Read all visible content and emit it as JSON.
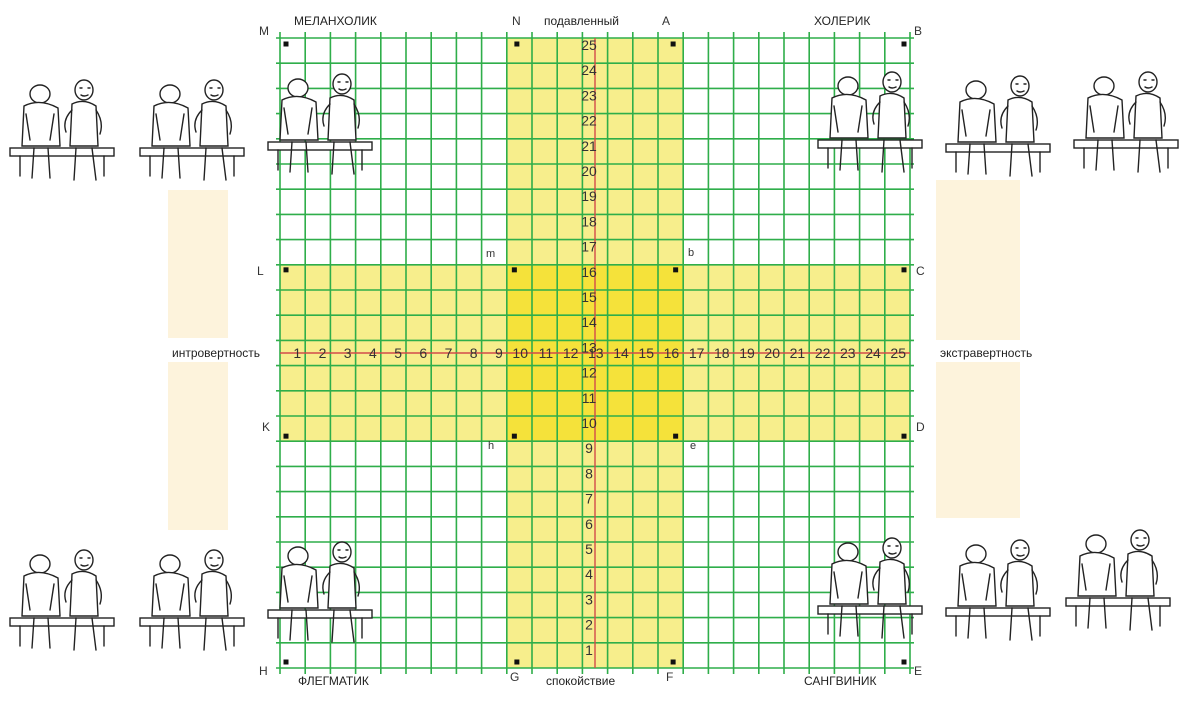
{
  "quadrants": {
    "melancholic": "МЕЛАНХОЛИК",
    "choleric": "ХОЛЕРИК",
    "phlegmatic": "ФЛЕГМАТИК",
    "sanguine": "САНГВИНИК"
  },
  "axes": {
    "top": "подавленный",
    "bottom": "спокойствие",
    "left": "интровертность",
    "right": "экстравертность"
  },
  "corner_letters": {
    "M": "M",
    "N": "N",
    "A": "A",
    "B": "B",
    "L": "L",
    "C": "C",
    "K": "K",
    "D": "D",
    "H": "H",
    "G": "G",
    "F": "F",
    "E": "E"
  },
  "inner_points": {
    "m": "m",
    "b": "b",
    "h": "h",
    "e": "e"
  },
  "horizontal_ticks": [
    "1",
    "2",
    "3",
    "4",
    "5",
    "6",
    "7",
    "8",
    "9",
    "10",
    "11",
    "12",
    "13",
    "14",
    "15",
    "16",
    "17",
    "18",
    "19",
    "20",
    "21",
    "22",
    "23",
    "24",
    "25"
  ],
  "vertical_ticks": [
    "25",
    "24",
    "23",
    "22",
    "21",
    "20",
    "19",
    "18",
    "17",
    "16",
    "15",
    "14",
    "13",
    "12",
    "11",
    "10",
    "9",
    "8",
    "7",
    "6",
    "5",
    "4",
    "3",
    "2",
    "1"
  ],
  "colors": {
    "grid": "#2fae4a",
    "band": "#f7ee8c",
    "center": "#f5e23a",
    "axis_red": "#d24b4b",
    "beige_panel": "#fdf3dc"
  }
}
